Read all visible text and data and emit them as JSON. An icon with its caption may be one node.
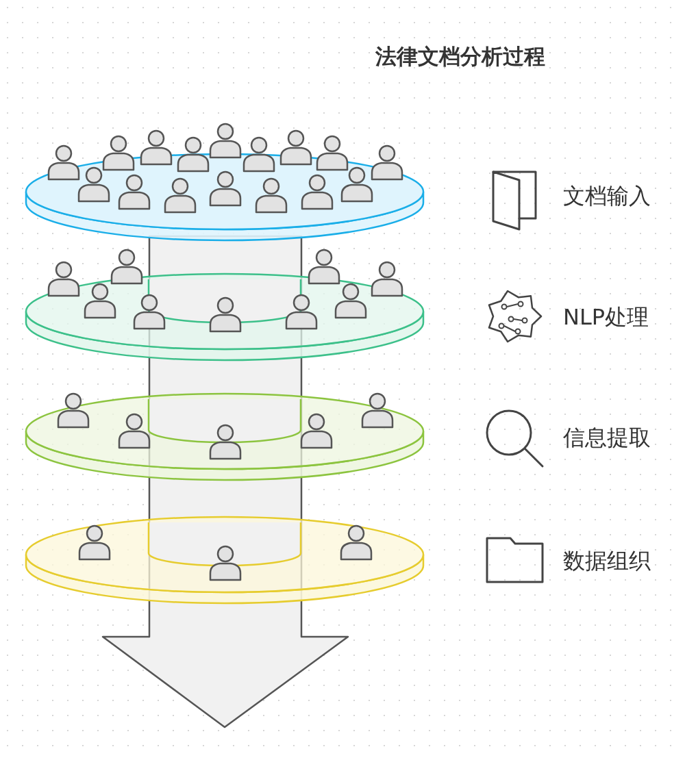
{
  "diagram": {
    "title": "法律文档分析过程",
    "nodes": [
      {
        "text": [],
        "shape": "disc"
      },
      {
        "text": [],
        "shape": "disc"
      },
      {
        "text": [],
        "shape": "disc"
      },
      {
        "text": [],
        "shape": "disc"
      }
    ],
    "labels": [
      "文档输入",
      "NLP处理",
      "信息提取",
      "数据组织"
    ]
  }
}
